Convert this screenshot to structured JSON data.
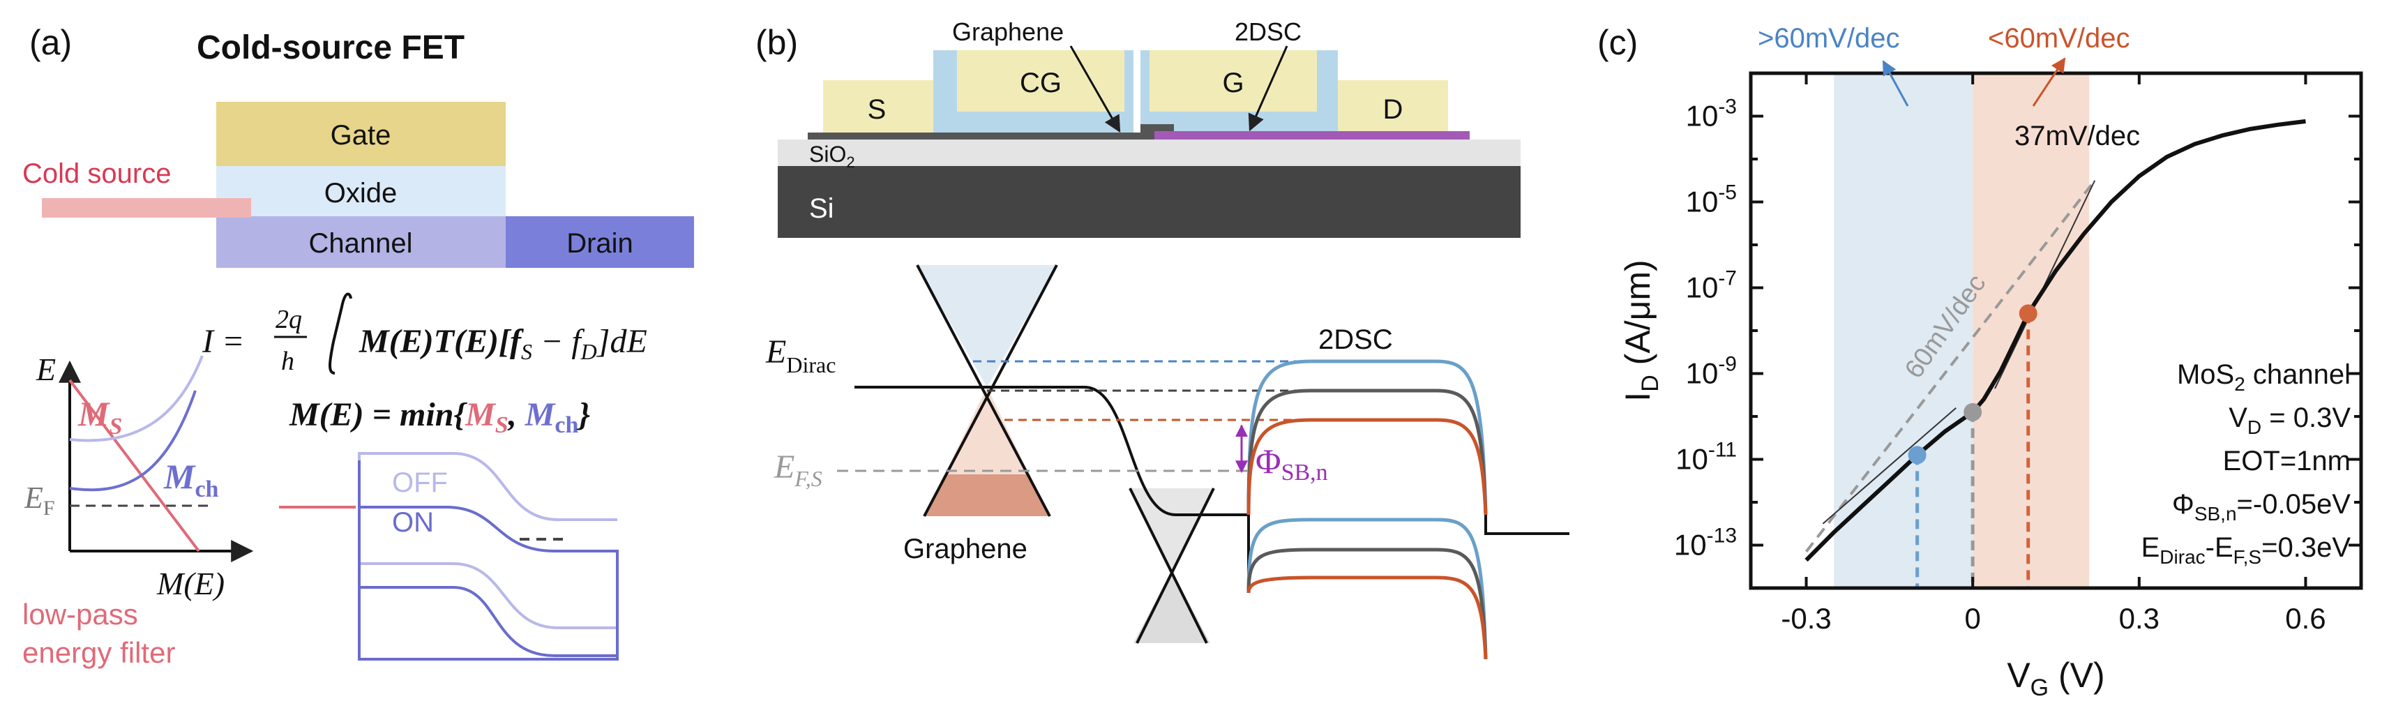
{
  "panels": {
    "a": {
      "label": "(a)",
      "title": "Cold-source FET",
      "stack": {
        "gate": "Gate",
        "oxide": "Oxide",
        "channel": "Channel",
        "drain": "Drain",
        "cold_source": "Cold source"
      },
      "dos_plot": {
        "y_axis": "E",
        "x_axis": "M(E)",
        "fermi": "E",
        "fermi_sub": "F",
        "ms": "M",
        "ms_sub": "S",
        "mch": "M",
        "mch_sub": "ch"
      },
      "filter_label_1": "low-pass",
      "filter_label_2": "energy filter",
      "eq1_lhs": "I =",
      "eq1_frac_num": "2q",
      "eq1_frac_den": "h",
      "eq1_rhs": "M(E)T(E)[f",
      "eq1_s": "S",
      "eq1_minus": " − f",
      "eq1_d": "D",
      "eq1_end": "]dE",
      "eq2_lhs": "M(E) = min{",
      "eq2_ms": "M",
      "eq2_ms_sub": "S",
      "eq2_comma": ", ",
      "eq2_mch": "M",
      "eq2_mch_sub": "ch",
      "eq2_end": "}",
      "band": {
        "off": "OFF",
        "on": "ON"
      },
      "colors": {
        "gate": "#e6d58a",
        "oxide": "#dbeaf8",
        "channel": "#b3b3e6",
        "drain": "#7a80d9",
        "cold_source": "#f0b3b3",
        "ms": "#e06a78",
        "mch": "#6d6fcf"
      }
    },
    "b": {
      "label": "(b)",
      "device": {
        "graphene": "Graphene",
        "twodsc": "2DSC",
        "s": "S",
        "cg": "CG",
        "g": "G",
        "d": "D",
        "sio2": "SiO",
        "sio2_sub": "2",
        "si": "Si"
      },
      "band": {
        "e_dirac": "E",
        "e_dirac_sub": "Dirac",
        "e_fs": "E",
        "e_fs_sub": "F,S",
        "graphene": "Graphene",
        "twodsc": "2DSC",
        "phi": "Φ",
        "phi_sub": "SB,n"
      }
    },
    "c": {
      "label": "(c)",
      "annotations": {
        "gt60": ">60mV/dec",
        "lt60": "<60mV/dec",
        "ss37": "37mV/dec",
        "ss60": "60mV/dec"
      },
      "legend": {
        "l1": "MoS",
        "l1_sub": "2",
        "l1_end": " channel",
        "l2": "V",
        "l2_sub": "D",
        "l2_end": " = 0.3V",
        "l3": "EOT=1nm",
        "l4": "Φ",
        "l4_sub": "SB,n",
        "l4_end": "=-0.05eV",
        "l5": "E",
        "l5_sub": "Dirac",
        "l5_mid": "-E",
        "l5_sub2": "F,S",
        "l5_end": "=0.3eV"
      }
    }
  },
  "chart_data": {
    "type": "line",
    "xlabel": "V",
    "xlabel_sub": "G",
    "xlabel_unit": " (V)",
    "ylabel": "I",
    "ylabel_sub": "D",
    "ylabel_unit": " (A/μm)",
    "xlim": [
      -0.4,
      0.7
    ],
    "ylim": [
      -14,
      -2
    ],
    "y_scale": "log",
    "x_ticks": [
      -0.3,
      0,
      0.3,
      0.6
    ],
    "x_tick_labels": [
      "-0.3",
      "0",
      "0.3",
      "0.6"
    ],
    "y_ticks": [
      -13,
      -11,
      -9,
      -7,
      -5,
      -3
    ],
    "y_tick_labels": [
      {
        "base": "10",
        "exp": "-13"
      },
      {
        "base": "10",
        "exp": "-11"
      },
      {
        "base": "10",
        "exp": "-9"
      },
      {
        "base": "10",
        "exp": "-7"
      },
      {
        "base": "10",
        "exp": "-5"
      },
      {
        "base": "10",
        "exp": "-3"
      }
    ],
    "shaded_regions": [
      {
        "name": "gt60",
        "x0": -0.25,
        "x1": 0.0,
        "color": "#dfeaf3"
      },
      {
        "name": "lt60",
        "x0": 0.0,
        "x1": 0.21,
        "color": "#f6ddd2"
      }
    ],
    "series": [
      {
        "x": [
          -0.3,
          -0.25,
          -0.2,
          -0.15,
          -0.1,
          -0.05,
          0.0,
          0.02,
          0.05,
          0.08,
          0.1,
          0.15,
          0.2,
          0.25,
          0.3,
          0.35,
          0.4,
          0.45,
          0.5,
          0.55,
          0.6
        ],
        "y": [
          -13.35,
          -12.7,
          -12.1,
          -11.5,
          -10.9,
          -10.35,
          -9.9,
          -9.6,
          -8.95,
          -8.15,
          -7.6,
          -6.6,
          -5.75,
          -5.0,
          -4.4,
          -3.95,
          -3.65,
          -3.45,
          -3.3,
          -3.2,
          -3.12
        ]
      }
    ],
    "reference_lines": [
      {
        "name": "60mV/dec",
        "x": [
          -0.3,
          0.22
        ],
        "y": [
          -13.15,
          -4.5
        ],
        "style": "dashed",
        "color": "#999999"
      },
      {
        "name": "37mV/dec tangent",
        "x": [
          0.04,
          0.22
        ],
        "y": [
          -9.35,
          -4.5
        ],
        "style": "solid",
        "color": "#333333"
      },
      {
        "name": "tangent blue",
        "x": [
          -0.27,
          -0.03
        ],
        "y": [
          -12.5,
          -9.8
        ],
        "style": "solid",
        "color": "#333333"
      }
    ],
    "markers": [
      {
        "x": -0.1,
        "y": -10.9,
        "color": "#6a9fd0"
      },
      {
        "x": 0.0,
        "y": -9.9,
        "color": "#999999"
      },
      {
        "x": 0.1,
        "y": -7.6,
        "color": "#d0643a"
      }
    ]
  }
}
